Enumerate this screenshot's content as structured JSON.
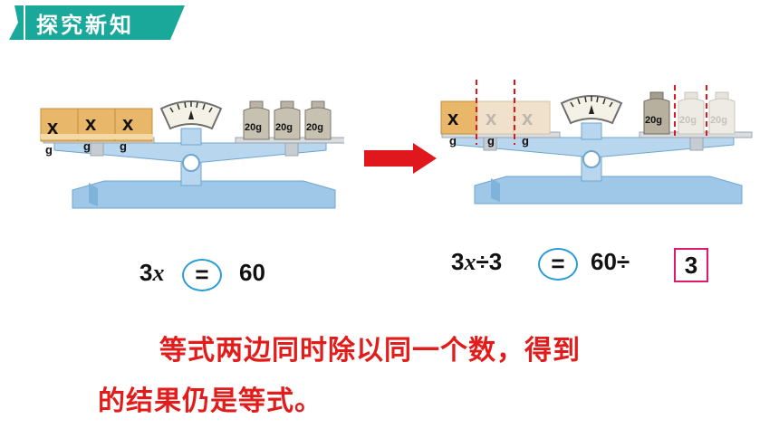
{
  "header": {
    "title": "探究新知"
  },
  "left_scale": {
    "boxes": [
      {
        "label": "x",
        "unit": "g"
      },
      {
        "label": "x",
        "unit": "g"
      },
      {
        "label": "x",
        "unit": "g"
      }
    ],
    "weights": [
      "20g",
      "20g",
      "20g"
    ]
  },
  "right_scale": {
    "boxes": [
      {
        "label": "x",
        "unit": "g"
      },
      {
        "label": "x",
        "unit": "g"
      },
      {
        "label": "x",
        "unit": "g"
      }
    ],
    "weights": [
      "20g",
      "20g",
      "20g"
    ]
  },
  "left_equation": {
    "lhs_coef": "3",
    "lhs_var": "x",
    "equals": "=",
    "rhs": "60"
  },
  "right_equation": {
    "lhs_coef": "3",
    "lhs_var": "x",
    "lhs_op": "÷3",
    "equals": "=",
    "rhs": "60÷",
    "answer": "3"
  },
  "conclusion": {
    "line1": "等式两边同时除以同一个数，得到",
    "line2": "的结果仍是等式。"
  },
  "colors": {
    "banner": "#1aa89a",
    "balance": "#9fc7e8",
    "balance_dark": "#6fa6cf",
    "arrow": "#e0181e",
    "dashed": "#e0181e",
    "circle": "#2b9cd8",
    "answer_border": "#e0196c",
    "text_red": "#e21b1b"
  }
}
